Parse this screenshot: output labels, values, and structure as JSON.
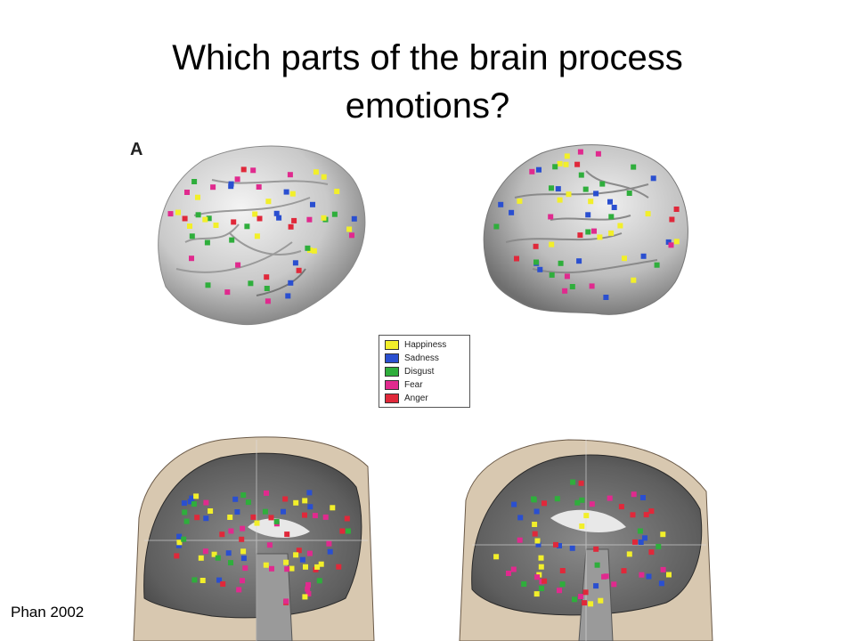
{
  "slide": {
    "title_line1": "Which parts of the brain process",
    "title_line2": "emotions?",
    "source": "Phan 2002"
  },
  "figure": {
    "panel_label": "A",
    "legend": [
      {
        "label": "Happiness",
        "color": "#f2ef2a"
      },
      {
        "label": "Sadness",
        "color": "#2a4fd0"
      },
      {
        "label": "Disgust",
        "color": "#2fae3c"
      },
      {
        "label": "Fear",
        "color": "#e02a8e"
      },
      {
        "label": "Anger",
        "color": "#e0283a"
      }
    ]
  }
}
